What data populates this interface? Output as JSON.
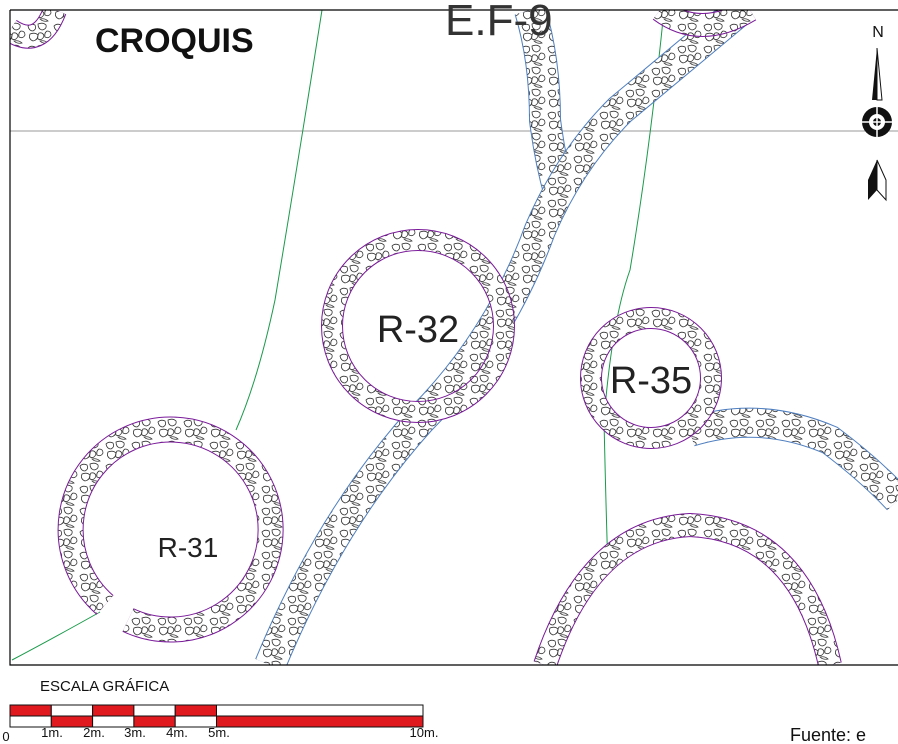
{
  "title": "CROQUIS",
  "top_label": "E.F-9",
  "north_label": "N",
  "structures": [
    {
      "id": "r31",
      "label": "R-31"
    },
    {
      "id": "r32",
      "label": "R-32"
    },
    {
      "id": "r35",
      "label": "R-35"
    }
  ],
  "scale": {
    "title": "ESCALA GRÁFICA",
    "labels": [
      "0",
      "1m.",
      "2m.",
      "3m.",
      "4m.",
      "5m.",
      "10m."
    ]
  },
  "footer_text": "Fuente: e",
  "colors": {
    "ring_outline": "#7a1a9a",
    "path_outline": "#4f7fc0",
    "contour_line": "#1a9a4a",
    "scale_red": "#e0191e",
    "frame": "#000000"
  }
}
